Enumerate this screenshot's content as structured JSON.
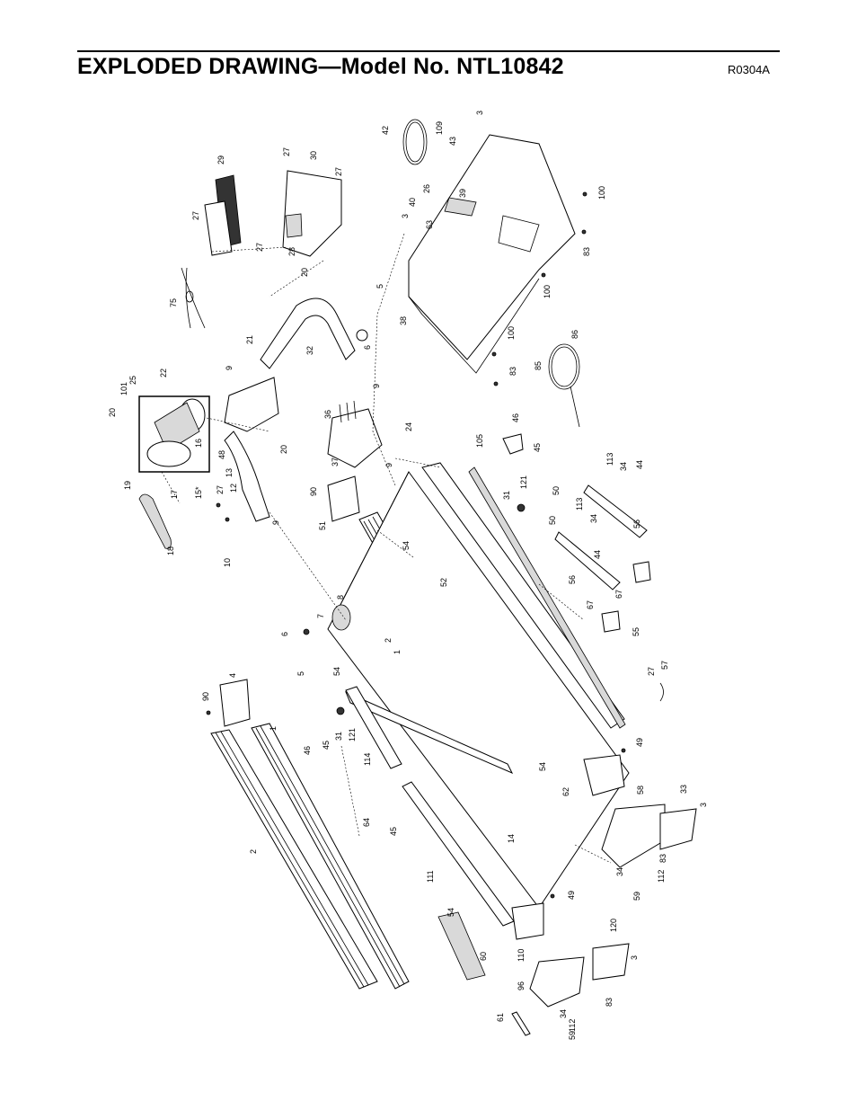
{
  "page": {
    "title": "EXPLODED DRAWING—Model No. NTL10842",
    "code": "R0304A"
  },
  "drawing": {
    "part_numbers": [
      "1",
      "2",
      "3",
      "4",
      "5",
      "6",
      "7",
      "8",
      "9",
      "10",
      "12",
      "13",
      "14",
      "15*",
      "16",
      "17",
      "18",
      "19",
      "20",
      "21",
      "22",
      "24",
      "25",
      "26",
      "27",
      "28",
      "29",
      "30",
      "31",
      "32",
      "33",
      "34",
      "36",
      "37",
      "38",
      "39",
      "40",
      "42",
      "43",
      "44",
      "45",
      "46",
      "48",
      "49",
      "50",
      "51",
      "52",
      "54",
      "55",
      "56",
      "57",
      "58",
      "59",
      "60",
      "61",
      "62",
      "63",
      "64",
      "67",
      "75",
      "83",
      "85",
      "86",
      "90",
      "96",
      "100",
      "101",
      "105",
      "109",
      "110",
      "111",
      "112",
      "113",
      "114",
      "120",
      "121"
    ]
  }
}
